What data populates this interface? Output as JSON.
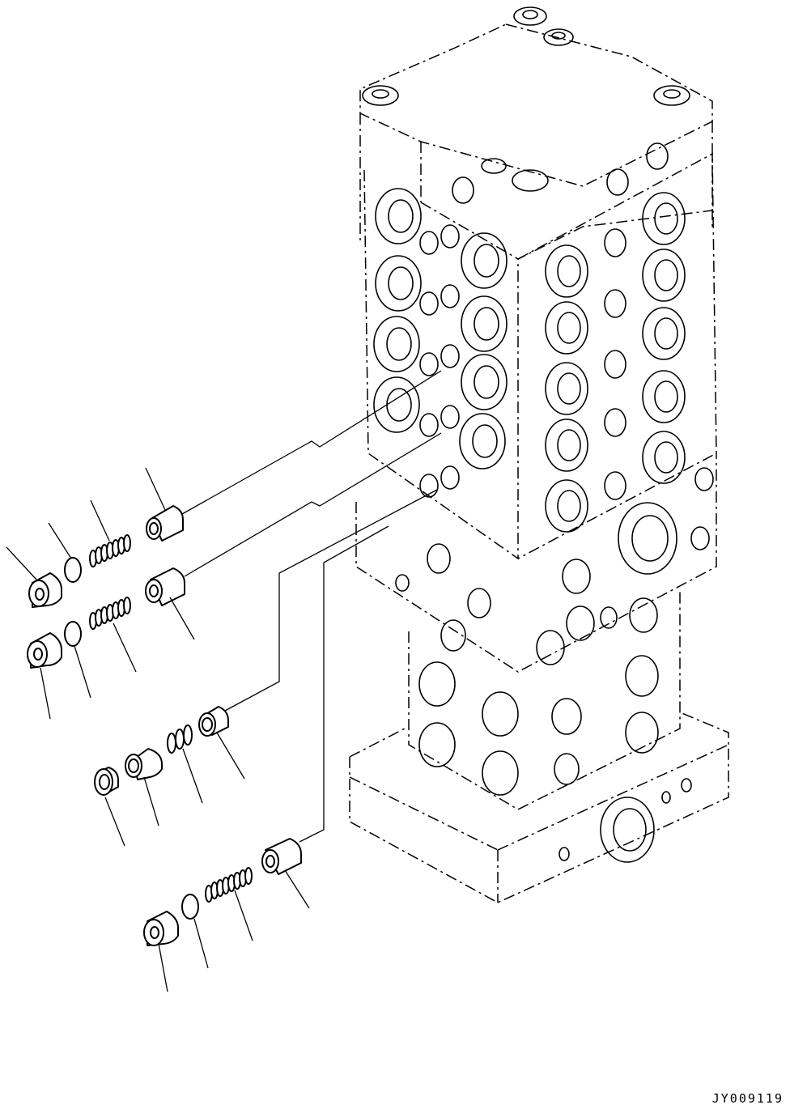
{
  "drawing": {
    "part_id": "JY009119",
    "assembly": "control-valve-block",
    "callout_groups": [
      {
        "group": "relief-valve-1",
        "parts": [
          "plug",
          "o-ring",
          "spring",
          "valve"
        ]
      },
      {
        "group": "relief-valve-2",
        "parts": [
          "plug",
          "o-ring",
          "spring",
          "valve"
        ]
      },
      {
        "group": "check-valve",
        "parts": [
          "plug",
          "poppet",
          "spring",
          "seat"
        ]
      },
      {
        "group": "relief-valve-3",
        "parts": [
          "plug",
          "o-ring",
          "spring",
          "valve"
        ]
      }
    ]
  }
}
